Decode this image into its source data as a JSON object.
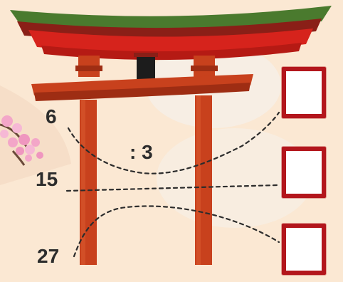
{
  "puzzle": {
    "divisor_label": ": 3",
    "inputs": [
      {
        "value": "6"
      },
      {
        "value": "15"
      },
      {
        "value": "27"
      }
    ],
    "answer_boxes": [
      {
        "value": ""
      },
      {
        "value": ""
      },
      {
        "value": ""
      }
    ]
  },
  "colors": {
    "background": "#fbe8d3",
    "torii_red": "#c8411d",
    "torii_dark_red": "#9e2d13",
    "roof_green": "#4a7a2e",
    "roof_red": "#d6231c",
    "box_border": "#b3161c",
    "blossom": "#f3a6c8",
    "text": "#2c2c2c"
  }
}
